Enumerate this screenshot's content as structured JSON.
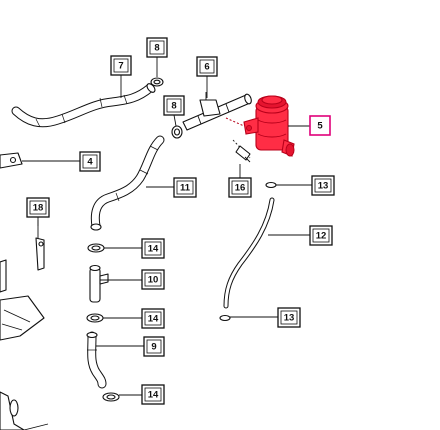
{
  "diagram": {
    "highlight_color": "#ff2d45",
    "callout_highlight_color": "#e0007a",
    "callouts": {
      "c4": "4",
      "c5": "5",
      "c6": "6",
      "c7": "7",
      "c8a": "8",
      "c8b": "8",
      "c9": "9",
      "c10": "10",
      "c11": "11",
      "c12": "12",
      "c13a": "13",
      "c13b": "13",
      "c14a": "14",
      "c14b": "14",
      "c14c": "14",
      "c16": "16",
      "c18": "18"
    }
  }
}
